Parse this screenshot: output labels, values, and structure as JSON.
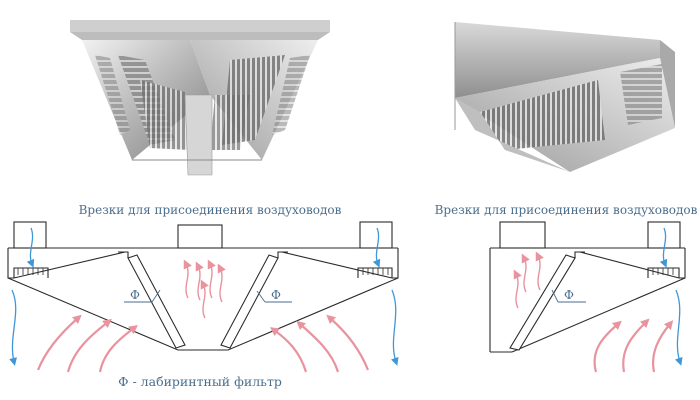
{
  "captions": {
    "left_connections": "Врезки для присоединения воздуховодов",
    "right_connections": "Врезки для присоединения воздуховодов",
    "legend": "Ф - лабиринтный фильтр"
  },
  "filter_marks": {
    "left_a": "Ф",
    "left_b": "Ф",
    "right": "Ф"
  },
  "colors": {
    "caption_blue": "#4a6e8c",
    "outline": "#2a2a2a",
    "cold_air_arrow": "#3f97d6",
    "hot_air_arrow": "#e8939e"
  }
}
